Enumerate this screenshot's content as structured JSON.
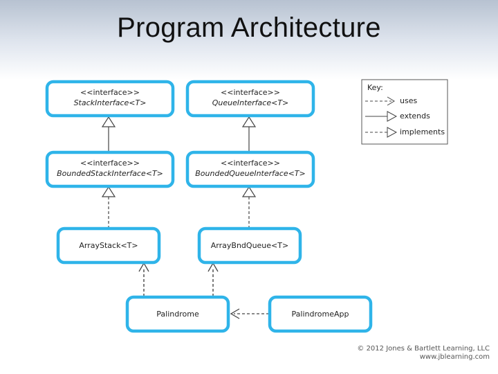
{
  "slide": {
    "title": "Program Architecture"
  },
  "diagram": {
    "nodes": {
      "stack_interface": {
        "stereotype": "<<interface>>",
        "name": "StackInterface<T>"
      },
      "queue_interface": {
        "stereotype": "<<interface>>",
        "name": "QueueInterface<T>"
      },
      "bounded_stack_interface": {
        "stereotype": "<<interface>>",
        "name": "BoundedStackInterface<T>"
      },
      "bounded_queue_interface": {
        "stereotype": "<<interface>>",
        "name": "BoundedQueueInterface<T>"
      },
      "array_stack": {
        "name": "ArrayStack<T>"
      },
      "array_bnd_queue": {
        "name": "ArrayBndQueue<T>"
      },
      "palindrome": {
        "name": "Palindrome"
      },
      "palindrome_app": {
        "name": "PalindromeApp"
      }
    },
    "key": {
      "title": "Key:",
      "uses": "uses",
      "extends": "extends",
      "implements": "implements"
    },
    "colors": {
      "node_border": "#2fb4e9",
      "connector": "#444444"
    }
  },
  "footer": {
    "copyright": "© 2012 Jones & Bartlett Learning, LLC",
    "url": "www.jblearning.com"
  }
}
